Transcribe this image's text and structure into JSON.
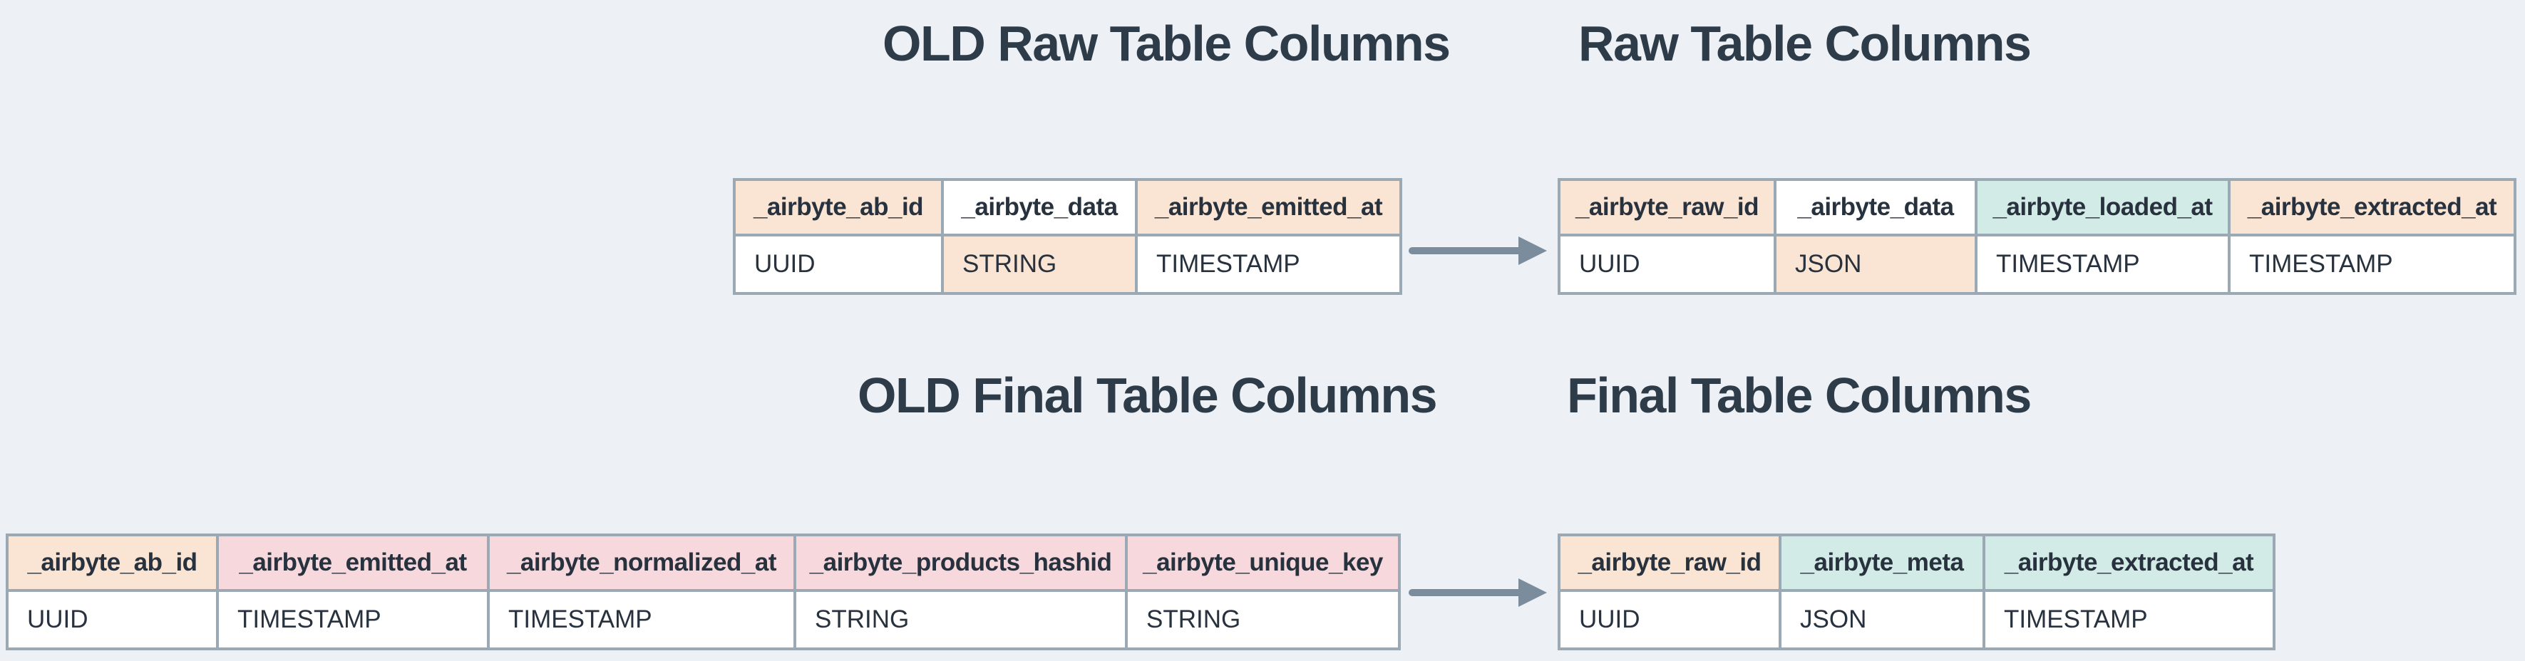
{
  "page": {
    "background": "#edf1f5"
  },
  "colors": {
    "peach": "#fae4d3",
    "pink": "#f7d9dd",
    "teal": "#d3ebe6",
    "white": "#ffffff",
    "border": "#9aa9b4",
    "text": "#28323e",
    "title_text": "#2e3c4a",
    "arrow": "#7b8d9d"
  },
  "sections": {
    "old_raw": {
      "title": "OLD Raw Table Columns",
      "columns": [
        {
          "name": "_airbyte_ab_id",
          "type": "UUID",
          "header_color": "peach",
          "type_color": "white"
        },
        {
          "name": "_airbyte_data",
          "type": "STRING",
          "header_color": "white",
          "type_color": "peach"
        },
        {
          "name": "_airbyte_emitted_at",
          "type": "TIMESTAMP",
          "header_color": "peach",
          "type_color": "white"
        }
      ]
    },
    "raw": {
      "title": "Raw Table Columns",
      "columns": [
        {
          "name": "_airbyte_raw_id",
          "type": "UUID",
          "header_color": "peach",
          "type_color": "white"
        },
        {
          "name": "_airbyte_data",
          "type": "JSON",
          "header_color": "white",
          "type_color": "peach"
        },
        {
          "name": "_airbyte_loaded_at",
          "type": "TIMESTAMP",
          "header_color": "teal",
          "type_color": "white"
        },
        {
          "name": "_airbyte_extracted_at",
          "type": "TIMESTAMP",
          "header_color": "peach",
          "type_color": "white"
        }
      ]
    },
    "old_final": {
      "title": "OLD Final Table Columns",
      "columns": [
        {
          "name": "_airbyte_ab_id",
          "type": "UUID",
          "header_color": "peach",
          "type_color": "white"
        },
        {
          "name": "_airbyte_emitted_at",
          "type": "TIMESTAMP",
          "header_color": "pink",
          "type_color": "white"
        },
        {
          "name": "_airbyte_normalized_at",
          "type": "TIMESTAMP",
          "header_color": "pink",
          "type_color": "white"
        },
        {
          "name": "_airbyte_products_hashid",
          "type": "STRING",
          "header_color": "pink",
          "type_color": "white"
        },
        {
          "name": "_airbyte_unique_key",
          "type": "STRING",
          "header_color": "pink",
          "type_color": "white"
        }
      ]
    },
    "final": {
      "title": "Final Table Columns",
      "columns": [
        {
          "name": "_airbyte_raw_id",
          "type": "UUID",
          "header_color": "peach",
          "type_color": "white"
        },
        {
          "name": "_airbyte_meta",
          "type": "JSON",
          "header_color": "teal",
          "type_color": "white"
        },
        {
          "name": "_airbyte_extracted_at",
          "type": "TIMESTAMP",
          "header_color": "teal",
          "type_color": "white"
        }
      ]
    }
  },
  "arrows": [
    {
      "name": "old-raw-to-raw"
    },
    {
      "name": "old-final-to-final"
    }
  ]
}
